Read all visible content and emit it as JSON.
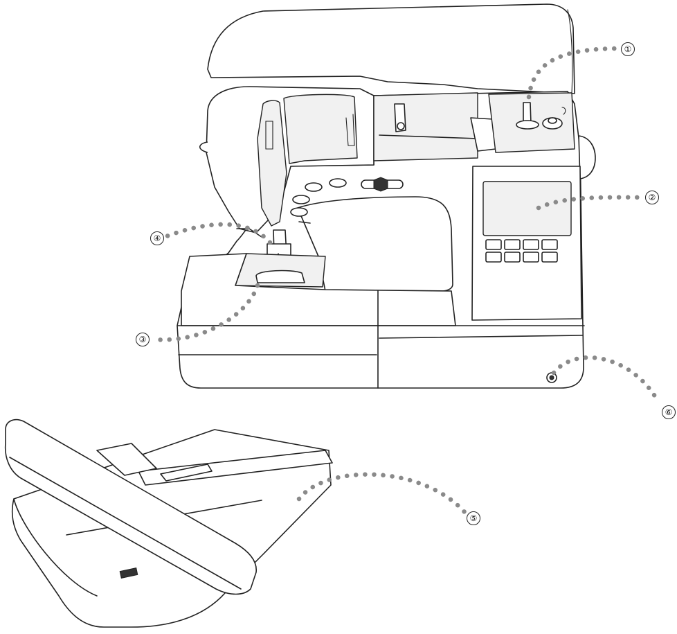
{
  "callouts": [
    {
      "id": "1",
      "label": "①"
    },
    {
      "id": "2",
      "label": "②"
    },
    {
      "id": "3",
      "label": "③"
    },
    {
      "id": "4",
      "label": "④"
    },
    {
      "id": "5",
      "label": "⑤"
    },
    {
      "id": "6",
      "label": "⑥"
    }
  ],
  "colors": {
    "line": "#222222",
    "leader_dots": "#8a8a8a",
    "background": "#ffffff"
  }
}
